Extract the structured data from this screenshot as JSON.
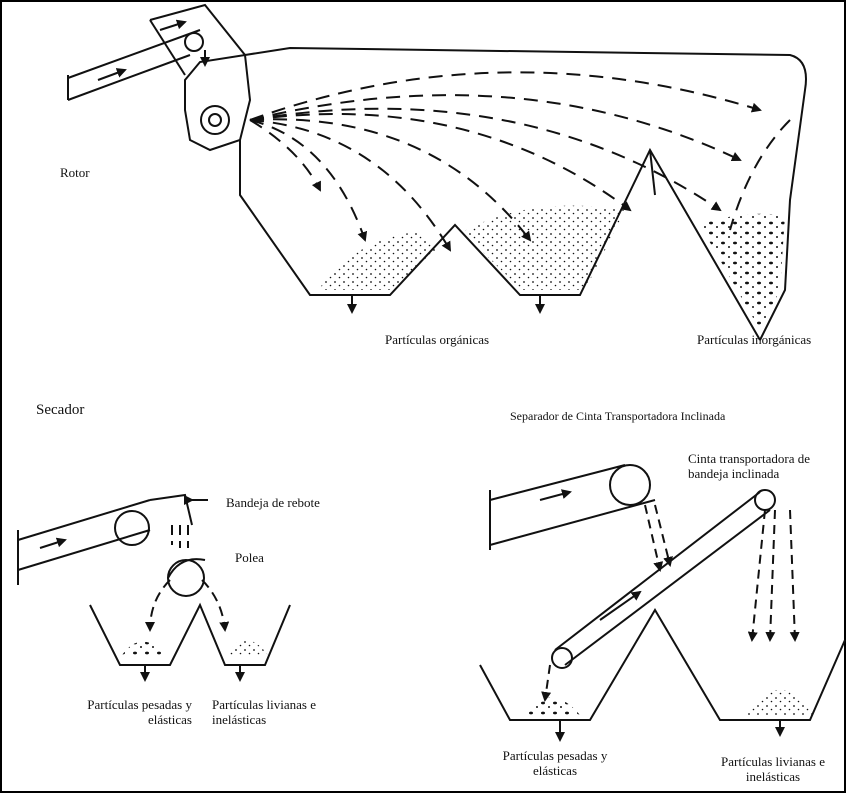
{
  "top_section": {
    "rotor_label": "Rotor",
    "organic_label": "Partículas orgánicas",
    "inorganic_label": "Partículas inorgánicas"
  },
  "left_section": {
    "title": "Secador",
    "rebound_tray_label": "Bandeja de rebote",
    "pulley_label": "Polea",
    "heavy_label_line1": "Partículas pesadas y",
    "heavy_label_line2": "elásticas",
    "light_label_line1": "Partículas livianas e",
    "light_label_line2": "inelásticas"
  },
  "right_section": {
    "title": "Separador de Cinta Transportadora Inclinada",
    "belt_label_line1": "Cinta transportadora de",
    "belt_label_line2": "bandeja inclinada",
    "heavy_label_line1": "Partículas pesadas y",
    "heavy_label_line2": "elásticas",
    "light_label_line1": "Partículas livianas e",
    "light_label_line2": "inelásticas"
  },
  "colors": {
    "ink": "#111111",
    "border": "#000000",
    "background": "#ffffff"
  }
}
